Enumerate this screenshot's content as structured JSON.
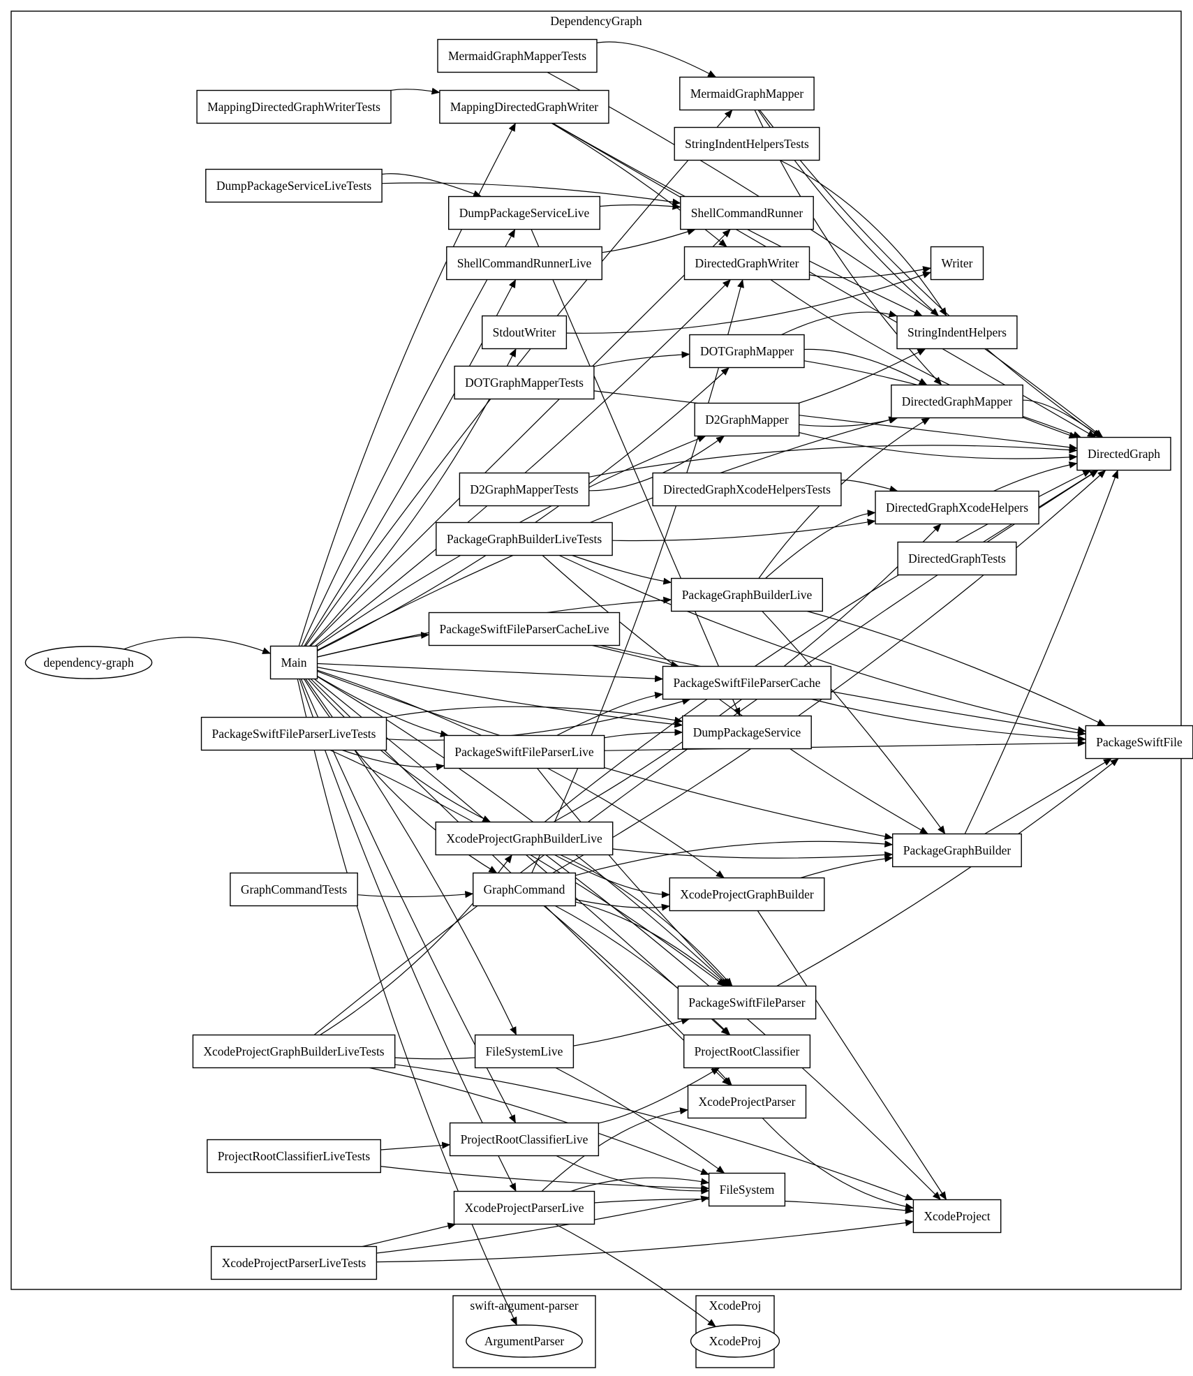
{
  "clusters": [
    {
      "id": "dependencygraph",
      "label": "DependencyGraph"
    },
    {
      "id": "swiftargumentparser",
      "label": "swift-argument-parser"
    },
    {
      "id": "xcodeprojpkg",
      "label": "XcodeProj"
    }
  ],
  "nodes": [
    {
      "id": "dependency_graph",
      "label": "dependency-graph",
      "shape": "ellipse"
    },
    {
      "id": "main",
      "label": "Main",
      "shape": "box"
    },
    {
      "id": "mermaid_graph_mapper_tests",
      "label": "MermaidGraphMapperTests",
      "shape": "box"
    },
    {
      "id": "mapping_directed_graph_writer_tests",
      "label": "MappingDirectedGraphWriterTests",
      "shape": "box"
    },
    {
      "id": "mapping_directed_graph_writer",
      "label": "MappingDirectedGraphWriter",
      "shape": "box"
    },
    {
      "id": "mermaid_graph_mapper",
      "label": "MermaidGraphMapper",
      "shape": "box"
    },
    {
      "id": "string_indent_helpers_tests",
      "label": "StringIndentHelpersTests",
      "shape": "box"
    },
    {
      "id": "dump_package_service_live_tests",
      "label": "DumpPackageServiceLiveTests",
      "shape": "box"
    },
    {
      "id": "dump_package_service_live",
      "label": "DumpPackageServiceLive",
      "shape": "box"
    },
    {
      "id": "shell_command_runner",
      "label": "ShellCommandRunner",
      "shape": "box"
    },
    {
      "id": "shell_command_runner_live",
      "label": "ShellCommandRunnerLive",
      "shape": "box"
    },
    {
      "id": "directed_graph_writer",
      "label": "DirectedGraphWriter",
      "shape": "box"
    },
    {
      "id": "writer",
      "label": "Writer",
      "shape": "box"
    },
    {
      "id": "stdout_writer",
      "label": "StdoutWriter",
      "shape": "box"
    },
    {
      "id": "string_indent_helpers",
      "label": "StringIndentHelpers",
      "shape": "box"
    },
    {
      "id": "dot_graph_mapper",
      "label": "DOTGraphMapper",
      "shape": "box"
    },
    {
      "id": "dot_graph_mapper_tests",
      "label": "DOTGraphMapperTests",
      "shape": "box"
    },
    {
      "id": "directed_graph_mapper",
      "label": "DirectedGraphMapper",
      "shape": "box"
    },
    {
      "id": "d2_graph_mapper",
      "label": "D2GraphMapper",
      "shape": "box"
    },
    {
      "id": "directed_graph",
      "label": "DirectedGraph",
      "shape": "box"
    },
    {
      "id": "d2_graph_mapper_tests",
      "label": "D2GraphMapperTests",
      "shape": "box"
    },
    {
      "id": "directed_graph_xcode_helpers_tests",
      "label": "DirectedGraphXcodeHelpersTests",
      "shape": "box"
    },
    {
      "id": "directed_graph_xcode_helpers",
      "label": "DirectedGraphXcodeHelpers",
      "shape": "box"
    },
    {
      "id": "package_graph_builder_live_tests",
      "label": "PackageGraphBuilderLiveTests",
      "shape": "box"
    },
    {
      "id": "directed_graph_tests",
      "label": "DirectedGraphTests",
      "shape": "box"
    },
    {
      "id": "package_graph_builder_live",
      "label": "PackageGraphBuilderLive",
      "shape": "box"
    },
    {
      "id": "package_swift_file_parser_cache_live",
      "label": "PackageSwiftFileParserCacheLive",
      "shape": "box"
    },
    {
      "id": "package_swift_file_parser_cache",
      "label": "PackageSwiftFileParserCache",
      "shape": "box"
    },
    {
      "id": "package_swift_file_parser_live_tests",
      "label": "PackageSwiftFileParserLiveTests",
      "shape": "box"
    },
    {
      "id": "dump_package_service",
      "label": "DumpPackageService",
      "shape": "box"
    },
    {
      "id": "package_swift_file",
      "label": "PackageSwiftFile",
      "shape": "box"
    },
    {
      "id": "package_swift_file_parser_live",
      "label": "PackageSwiftFileParserLive",
      "shape": "box"
    },
    {
      "id": "xcode_project_graph_builder_live",
      "label": "XcodeProjectGraphBuilderLive",
      "shape": "box"
    },
    {
      "id": "package_graph_builder",
      "label": "PackageGraphBuilder",
      "shape": "box"
    },
    {
      "id": "graph_command_tests",
      "label": "GraphCommandTests",
      "shape": "box"
    },
    {
      "id": "graph_command",
      "label": "GraphCommand",
      "shape": "box"
    },
    {
      "id": "xcode_project_graph_builder",
      "label": "XcodeProjectGraphBuilder",
      "shape": "box"
    },
    {
      "id": "package_swift_file_parser",
      "label": "PackageSwiftFileParser",
      "shape": "box"
    },
    {
      "id": "xcode_project_graph_builder_live_tests",
      "label": "XcodeProjectGraphBuilderLiveTests",
      "shape": "box"
    },
    {
      "id": "file_system_live",
      "label": "FileSystemLive",
      "shape": "box"
    },
    {
      "id": "project_root_classifier",
      "label": "ProjectRootClassifier",
      "shape": "box"
    },
    {
      "id": "xcode_project_parser",
      "label": "XcodeProjectParser",
      "shape": "box"
    },
    {
      "id": "project_root_classifier_live_tests",
      "label": "ProjectRootClassifierLiveTests",
      "shape": "box"
    },
    {
      "id": "project_root_classifier_live",
      "label": "ProjectRootClassifierLive",
      "shape": "box"
    },
    {
      "id": "file_system",
      "label": "FileSystem",
      "shape": "box"
    },
    {
      "id": "xcode_project_parser_live",
      "label": "XcodeProjectParserLive",
      "shape": "box"
    },
    {
      "id": "xcode_project",
      "label": "XcodeProject",
      "shape": "box"
    },
    {
      "id": "xcode_project_parser_live_tests",
      "label": "XcodeProjectParserLiveTests",
      "shape": "box"
    },
    {
      "id": "argument_parser",
      "label": "ArgumentParser",
      "shape": "ellipse"
    },
    {
      "id": "xcodeproj_lib",
      "label": "XcodeProj",
      "shape": "ellipse"
    }
  ],
  "edges": [
    [
      "dependency_graph",
      "main"
    ],
    [
      "main",
      "mapping_directed_graph_writer"
    ],
    [
      "main",
      "mermaid_graph_mapper"
    ],
    [
      "main",
      "dump_package_service_live"
    ],
    [
      "main",
      "shell_command_runner"
    ],
    [
      "main",
      "shell_command_runner_live"
    ],
    [
      "main",
      "directed_graph_writer"
    ],
    [
      "main",
      "stdout_writer"
    ],
    [
      "main",
      "dot_graph_mapper"
    ],
    [
      "main",
      "directed_graph_mapper"
    ],
    [
      "main",
      "d2_graph_mapper"
    ],
    [
      "main",
      "package_graph_builder_live"
    ],
    [
      "main",
      "package_swift_file_parser_cache_live"
    ],
    [
      "main",
      "package_swift_file_parser_cache"
    ],
    [
      "main",
      "dump_package_service"
    ],
    [
      "main",
      "package_swift_file_parser_live"
    ],
    [
      "main",
      "xcode_project_graph_builder_live"
    ],
    [
      "main",
      "graph_command"
    ],
    [
      "main",
      "xcode_project_graph_builder"
    ],
    [
      "main",
      "package_swift_file_parser"
    ],
    [
      "main",
      "file_system_live"
    ],
    [
      "main",
      "project_root_classifier"
    ],
    [
      "main",
      "xcode_project_parser"
    ],
    [
      "main",
      "project_root_classifier_live"
    ],
    [
      "main",
      "xcode_project_parser_live"
    ],
    [
      "main",
      "package_graph_builder"
    ],
    [
      "main",
      "argument_parser"
    ],
    [
      "mermaid_graph_mapper_tests",
      "mermaid_graph_mapper"
    ],
    [
      "mermaid_graph_mapper_tests",
      "directed_graph"
    ],
    [
      "mapping_directed_graph_writer_tests",
      "mapping_directed_graph_writer"
    ],
    [
      "mapping_directed_graph_writer",
      "directed_graph_writer"
    ],
    [
      "mapping_directed_graph_writer",
      "directed_graph"
    ],
    [
      "mapping_directed_graph_writer",
      "string_indent_helpers"
    ],
    [
      "mermaid_graph_mapper",
      "string_indent_helpers"
    ],
    [
      "mermaid_graph_mapper",
      "directed_graph_mapper"
    ],
    [
      "mermaid_graph_mapper",
      "directed_graph"
    ],
    [
      "string_indent_helpers_tests",
      "string_indent_helpers"
    ],
    [
      "dump_package_service_live_tests",
      "dump_package_service_live"
    ],
    [
      "dump_package_service_live_tests",
      "shell_command_runner"
    ],
    [
      "dump_package_service_live",
      "shell_command_runner"
    ],
    [
      "dump_package_service_live",
      "dump_package_service"
    ],
    [
      "shell_command_runner_live",
      "shell_command_runner"
    ],
    [
      "directed_graph_writer",
      "writer"
    ],
    [
      "directed_graph_writer",
      "directed_graph"
    ],
    [
      "stdout_writer",
      "writer"
    ],
    [
      "dot_graph_mapper",
      "string_indent_helpers"
    ],
    [
      "dot_graph_mapper",
      "directed_graph_mapper"
    ],
    [
      "dot_graph_mapper",
      "directed_graph"
    ],
    [
      "dot_graph_mapper_tests",
      "dot_graph_mapper"
    ],
    [
      "dot_graph_mapper_tests",
      "directed_graph"
    ],
    [
      "d2_graph_mapper",
      "string_indent_helpers"
    ],
    [
      "d2_graph_mapper",
      "directed_graph_mapper"
    ],
    [
      "d2_graph_mapper",
      "directed_graph"
    ],
    [
      "d2_graph_mapper_tests",
      "d2_graph_mapper"
    ],
    [
      "d2_graph_mapper_tests",
      "directed_graph"
    ],
    [
      "directed_graph_mapper",
      "directed_graph"
    ],
    [
      "directed_graph_xcode_helpers_tests",
      "directed_graph_xcode_helpers"
    ],
    [
      "directed_graph_xcode_helpers",
      "directed_graph"
    ],
    [
      "directed_graph_tests",
      "directed_graph"
    ],
    [
      "package_graph_builder_live_tests",
      "package_graph_builder_live"
    ],
    [
      "package_graph_builder_live_tests",
      "directed_graph_xcode_helpers"
    ],
    [
      "package_graph_builder_live_tests",
      "package_graph_builder"
    ],
    [
      "package_graph_builder_live_tests",
      "package_swift_file"
    ],
    [
      "package_graph_builder_live",
      "directed_graph_xcode_helpers"
    ],
    [
      "package_graph_builder_live",
      "directed_graph_mapper"
    ],
    [
      "package_graph_builder_live",
      "package_swift_file"
    ],
    [
      "package_graph_builder_live",
      "package_graph_builder"
    ],
    [
      "package_swift_file_parser_cache_live",
      "package_swift_file_parser_cache"
    ],
    [
      "package_swift_file_parser_cache_live",
      "package_swift_file"
    ],
    [
      "package_swift_file_parser_cache",
      "package_swift_file"
    ],
    [
      "package_swift_file_parser_live_tests",
      "package_swift_file_parser_live"
    ],
    [
      "package_swift_file_parser_live_tests",
      "package_swift_file_parser_cache"
    ],
    [
      "package_swift_file_parser_live_tests",
      "dump_package_service"
    ],
    [
      "package_swift_file_parser_live_tests",
      "package_swift_file_parser"
    ],
    [
      "package_swift_file_parser_live",
      "package_swift_file_parser_cache"
    ],
    [
      "package_swift_file_parser_live",
      "dump_package_service"
    ],
    [
      "package_swift_file_parser_live",
      "package_swift_file"
    ],
    [
      "package_swift_file_parser_live",
      "package_swift_file_parser"
    ],
    [
      "xcode_project_graph_builder_live",
      "package_graph_builder"
    ],
    [
      "xcode_project_graph_builder_live",
      "xcode_project_graph_builder"
    ],
    [
      "xcode_project_graph_builder_live",
      "directed_graph_xcode_helpers"
    ],
    [
      "xcode_project_graph_builder_live",
      "directed_graph"
    ],
    [
      "xcode_project_graph_builder_live",
      "package_swift_file_parser"
    ],
    [
      "xcode_project_graph_builder_live",
      "xcode_project"
    ],
    [
      "xcode_project_graph_builder",
      "package_graph_builder"
    ],
    [
      "xcode_project_graph_builder",
      "xcode_project"
    ],
    [
      "graph_command_tests",
      "graph_command"
    ],
    [
      "graph_command",
      "xcode_project_graph_builder"
    ],
    [
      "graph_command",
      "directed_graph_writer"
    ],
    [
      "graph_command",
      "directed_graph"
    ],
    [
      "graph_command",
      "package_graph_builder"
    ],
    [
      "graph_command",
      "package_swift_file_parser"
    ],
    [
      "graph_command",
      "project_root_classifier"
    ],
    [
      "graph_command",
      "xcode_project_parser"
    ],
    [
      "package_graph_builder",
      "package_swift_file"
    ],
    [
      "package_graph_builder",
      "directed_graph"
    ],
    [
      "package_swift_file_parser",
      "package_swift_file"
    ],
    [
      "xcode_project_graph_builder_live_tests",
      "xcode_project_graph_builder_live"
    ],
    [
      "xcode_project_graph_builder_live_tests",
      "package_swift_file_parser"
    ],
    [
      "xcode_project_graph_builder_live_tests",
      "xcode_project"
    ],
    [
      "xcode_project_graph_builder_live_tests",
      "directed_graph"
    ],
    [
      "xcode_project_graph_builder_live_tests",
      "file_system"
    ],
    [
      "file_system_live",
      "file_system"
    ],
    [
      "project_root_classifier_live_tests",
      "project_root_classifier_live"
    ],
    [
      "project_root_classifier_live_tests",
      "file_system"
    ],
    [
      "project_root_classifier_live",
      "project_root_classifier"
    ],
    [
      "project_root_classifier_live",
      "file_system"
    ],
    [
      "xcode_project_parser",
      "xcode_project"
    ],
    [
      "xcode_project_parser_live",
      "xcode_project_parser"
    ],
    [
      "xcode_project_parser_live",
      "file_system"
    ],
    [
      "xcode_project_parser_live",
      "xcode_project"
    ],
    [
      "xcode_project_parser_live",
      "xcodeproj_lib"
    ],
    [
      "xcode_project_parser_live_tests",
      "xcode_project_parser_live"
    ],
    [
      "xcode_project_parser_live_tests",
      "file_system"
    ],
    [
      "xcode_project_parser_live_tests",
      "xcode_project"
    ]
  ]
}
